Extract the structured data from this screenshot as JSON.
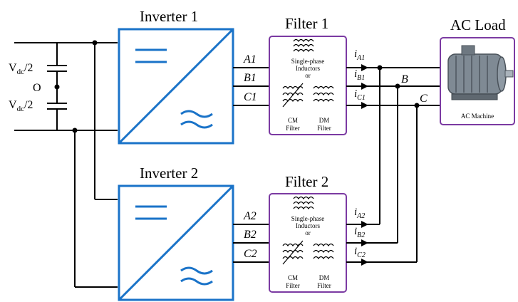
{
  "inverter1": {
    "title": "Inverter 1"
  },
  "inverter2": {
    "title": "Inverter 2"
  },
  "filter1": {
    "title": "Filter 1",
    "inductor_label_1": "Single-phase",
    "inductor_label_2": "Inductors",
    "or_label": "or",
    "cm_label": "CM",
    "dm_label": "DM",
    "cm_filter_label": "Filter",
    "dm_filter_label": "Filter"
  },
  "filter2": {
    "title": "Filter 2",
    "inductor_label_1": "Single-phase",
    "inductor_label_2": "Inductors",
    "or_label": "or",
    "cm_label": "CM",
    "dm_label": "DM",
    "cm_filter_label": "Filter",
    "dm_filter_label": "Filter"
  },
  "load": {
    "title": "AC Load",
    "machine_label": "AC Machine"
  },
  "dc_source": {
    "vdc_top": "V",
    "vdc_top_sub": "dc",
    "vdc_top_tail": "/2",
    "vdc_bottom": "V",
    "vdc_bottom_sub": "dc",
    "vdc_bottom_tail": "/2",
    "midpoint": "O"
  },
  "phases_inv1": [
    "A1",
    "B1",
    "C1"
  ],
  "phases_inv2": [
    "A2",
    "B2",
    "C2"
  ],
  "currents_inv1": [
    {
      "main": "i",
      "sub": "A1"
    },
    {
      "main": "i",
      "sub": "B1"
    },
    {
      "main": "i",
      "sub": "C1"
    }
  ],
  "currents_inv2": [
    {
      "main": "i",
      "sub": "A2"
    },
    {
      "main": "i",
      "sub": "B2"
    },
    {
      "main": "i",
      "sub": "C2"
    }
  ],
  "node_labels": {
    "b": "B",
    "c": "C"
  },
  "colors": {
    "inverter": "#1a73c8",
    "filter": "#7b3aa2"
  }
}
